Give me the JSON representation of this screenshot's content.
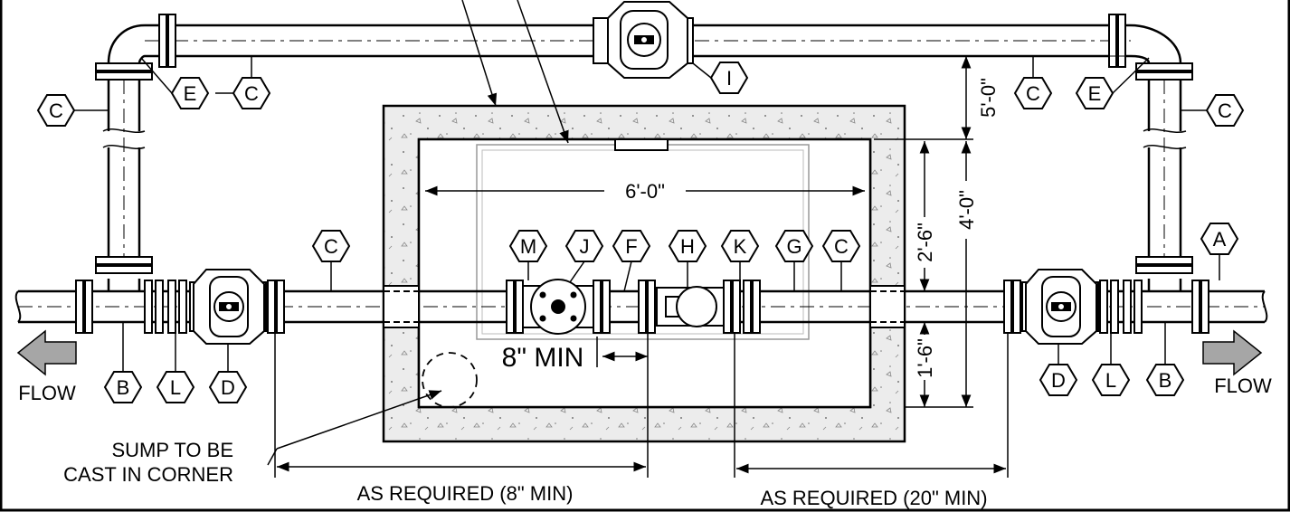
{
  "labels": {
    "A": "A",
    "B": "B",
    "C": "C",
    "D": "D",
    "E": "E",
    "F": "F",
    "G": "G",
    "H": "H",
    "I": "I",
    "J": "J",
    "K": "K",
    "L": "L",
    "M": "M"
  },
  "dimensions": {
    "vault_width": "6'-0\"",
    "bypass_offset": "5'-0\"",
    "vault_inner_top": "2'-6\"",
    "vault_inner_total": "4'-0\"",
    "vault_inner_bottom": "1'-6\"",
    "valve_spacing": "8\" MIN",
    "as_required_left": "AS REQUIRED (8\" MIN)",
    "as_required_right": "AS REQUIRED (20\" MIN)"
  },
  "notes": {
    "sump_line1": "SUMP TO BE",
    "sump_line2": "CAST IN CORNER",
    "flow_left": "FLOW",
    "flow_right": "FLOW"
  },
  "colors": {
    "line": "#000000",
    "concrete": "#e8e8e8",
    "flow_arrow": "#a6a6a6",
    "background": "#ffffff"
  }
}
